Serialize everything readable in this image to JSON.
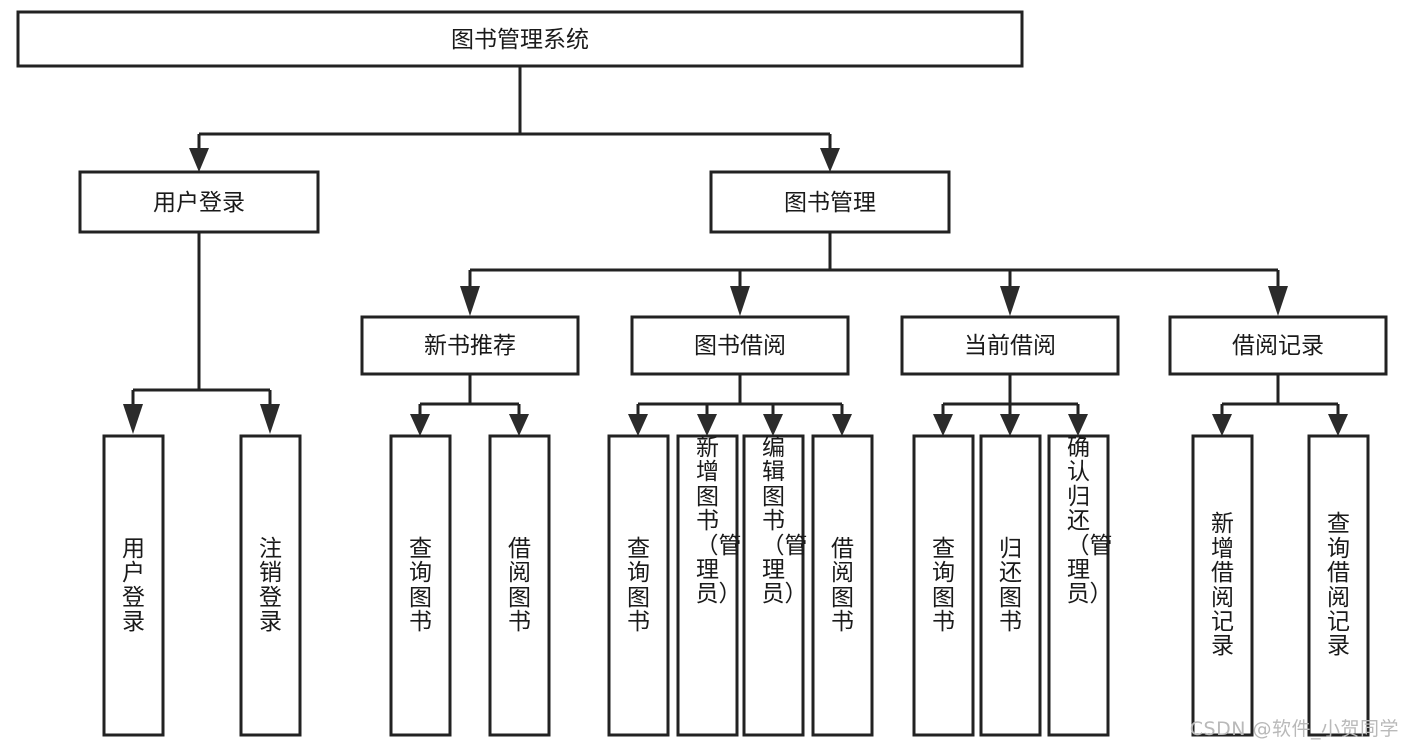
{
  "diagram": {
    "title": "图书管理系统",
    "type": "tree",
    "watermark": "CSDN @软件_小贺同学",
    "colors": {
      "box_fill": "#ffffff",
      "box_stroke": "#222222",
      "line": "#222222",
      "arrow": "#2b2b2b",
      "text": "#1a1a1a",
      "watermark": "#b9b9b9",
      "background": "#ffffff"
    },
    "levels": {
      "root": [
        "图书管理系统"
      ],
      "level2": [
        "用户登录",
        "图书管理"
      ],
      "level3": [
        "新书推荐",
        "图书借阅",
        "当前借阅",
        "借阅记录"
      ]
    },
    "nodes": {
      "root": {
        "label": "图书管理系统"
      },
      "user_login": {
        "label": "用户登录"
      },
      "book_manage": {
        "label": "图书管理"
      },
      "new_book_rec": {
        "label": "新书推荐"
      },
      "book_borrow": {
        "label": "图书借阅"
      },
      "current_borrow": {
        "label": "当前借阅"
      },
      "borrow_record": {
        "label": "借阅记录"
      }
    },
    "leaves": {
      "user_login": [
        {
          "label": "用户登录"
        },
        {
          "label": "注销登录"
        }
      ],
      "new_book_rec": [
        {
          "label": "查询图书"
        },
        {
          "label": "借阅图书"
        }
      ],
      "book_borrow": [
        {
          "label": "查询图书"
        },
        {
          "label": "新增图书（管理员）"
        },
        {
          "label": "编辑图书（管理员）"
        },
        {
          "label": "借阅图书"
        }
      ],
      "current_borrow": [
        {
          "label": "查询图书"
        },
        {
          "label": "归还图书"
        },
        {
          "label": "确认归还（管理员）"
        }
      ],
      "borrow_record": [
        {
          "label": "新增借阅记录"
        },
        {
          "label": "查询借阅记录"
        }
      ]
    }
  }
}
